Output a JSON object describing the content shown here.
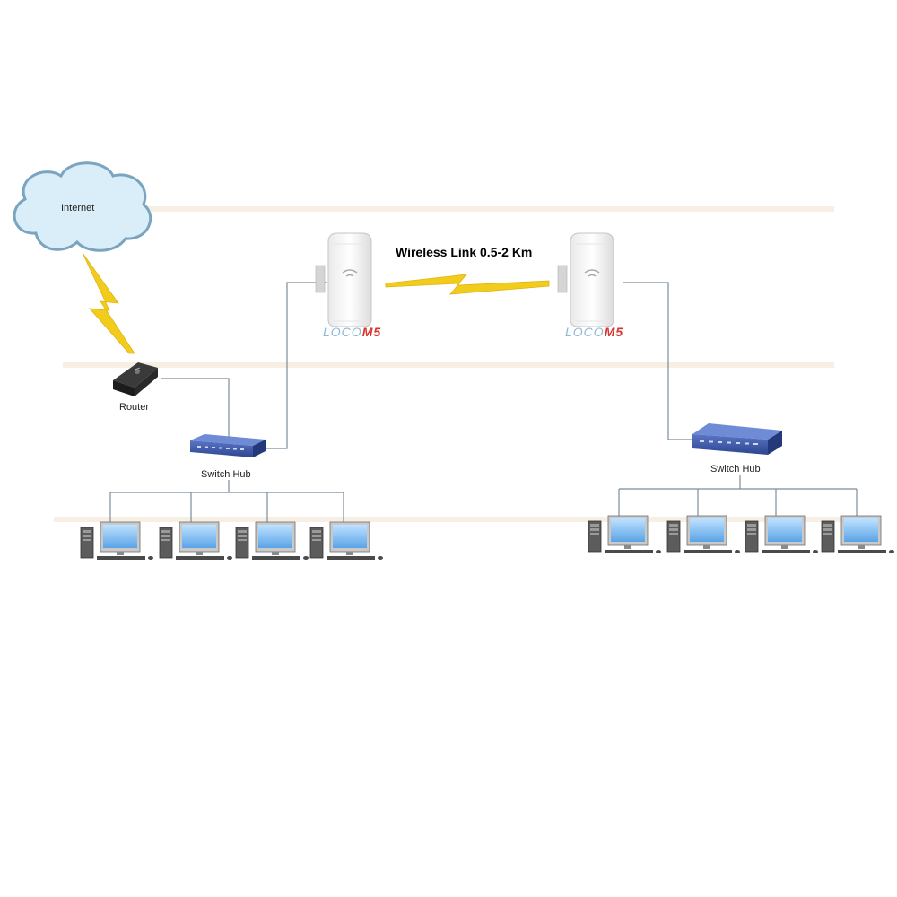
{
  "diagram": {
    "title": "Wireless Link 0.5-2 Km",
    "internet_label": "Internet",
    "router_label": "Router",
    "switch_left_label": "Switch Hub",
    "switch_right_label": "Switch Hub",
    "ap_left_brand_a": "LOCO",
    "ap_left_brand_b": "M5",
    "ap_right_brand_a": "LOCO",
    "ap_right_brand_b": "M5"
  },
  "colors": {
    "lightning": "#f2cc1c",
    "cloud_fill": "#d9eef8",
    "cloud_stroke": "#7ba4c0",
    "switch": "#3b56a6",
    "band": "#f7efe3",
    "wire": "#7a8d9c"
  }
}
